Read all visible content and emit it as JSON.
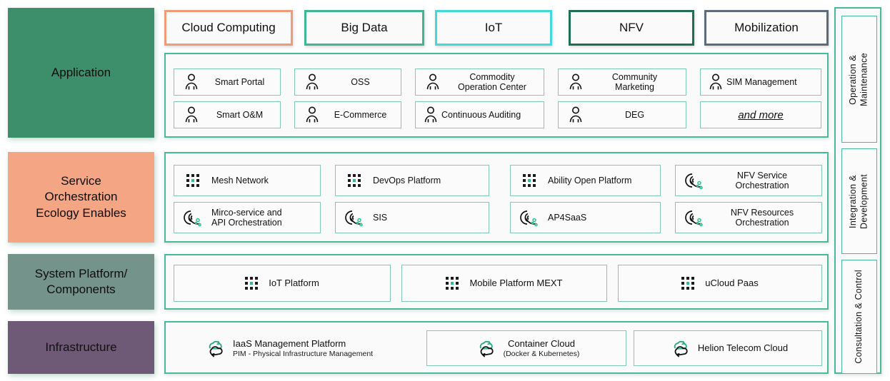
{
  "theme": {
    "teal_border": "#49b999",
    "item_border": "#7fc9b5",
    "panel_bg": "#fafafa",
    "accent_green_dot": "#2ec08c"
  },
  "layers": [
    {
      "id": "application",
      "label": "Application",
      "color": "#3d8e6b"
    },
    {
      "id": "service-orchestration",
      "label": "Service\nOrchestration\nEcology Enables",
      "line1": "Service",
      "line2": "Orchestration",
      "line3": "Ecology Enables",
      "color": "#f4a583"
    },
    {
      "id": "system-platform",
      "label": "System Platform/\nComponents",
      "line1": "System Platform/",
      "line2": "Components",
      "color": "#74938a"
    },
    {
      "id": "infrastructure",
      "label": "Infrastructure",
      "color": "#6e5a77"
    }
  ],
  "tabs": [
    {
      "label": "Cloud Computing",
      "border": "#ef9a78"
    },
    {
      "label": "Big Data",
      "border": "#3fb795"
    },
    {
      "label": "IoT",
      "border": "#44d8d8"
    },
    {
      "label": "NFV",
      "border": "#1f6e55"
    },
    {
      "label": "Mobilization",
      "border": "#5e6b78"
    }
  ],
  "application_items": [
    {
      "label": "Smart Portal",
      "icon": "person-icon"
    },
    {
      "label": "OSS",
      "icon": "person-icon"
    },
    {
      "label": "Commodity Operation Center",
      "line1": "Commodity",
      "line2": "Operation Center",
      "icon": "person-icon"
    },
    {
      "label": "Community Marketing",
      "line1": "Community",
      "line2": "Marketing",
      "icon": "person-icon"
    },
    {
      "label": "SIM Management",
      "icon": "person-icon"
    },
    {
      "label": "Smart O&M",
      "icon": "person-icon"
    },
    {
      "label": "E-Commerce",
      "icon": "person-icon"
    },
    {
      "label": "Continuous Auditing",
      "icon": "person-icon"
    },
    {
      "label": "DEG",
      "icon": "person-icon"
    },
    {
      "label": "and more",
      "icon": "none"
    }
  ],
  "service_items": [
    {
      "label": "Mesh Network",
      "icon": "grid-dots-icon"
    },
    {
      "label": "DevOps Platform",
      "icon": "grid-dots-icon"
    },
    {
      "label": "Ability Open Platform",
      "icon": "grid-dots-icon"
    },
    {
      "label": "NFV Service Orchestration",
      "line1": "NFV Service",
      "line2": "Orchestration",
      "icon": "orchestration-icon"
    },
    {
      "label": "Mirco-service and API Orchestration",
      "line1": "Mirco-service and",
      "line2": "API Orchestration",
      "icon": "orchestration-icon"
    },
    {
      "label": "SIS",
      "icon": "orchestration-icon"
    },
    {
      "label": "AP4SaaS",
      "icon": "orchestration-icon"
    },
    {
      "label": "NFV Resources Orchestration",
      "line1": "NFV Resources",
      "line2": "Orchestration",
      "icon": "orchestration-icon"
    }
  ],
  "system_items": [
    {
      "label": "IoT Platform",
      "icon": "grid-dots-icon"
    },
    {
      "label": "Mobile Platform MEXT",
      "icon": "grid-dots-icon"
    },
    {
      "label": "uCloud Paas",
      "icon": "grid-dots-icon"
    }
  ],
  "infrastructure_items": [
    {
      "title": "IaaS Management Platform",
      "subtitle": "PIM - Physical Infrastructure Management",
      "icon": "cloud-sync-icon",
      "boxed": false
    },
    {
      "title": "Container Cloud",
      "subtitle": "(Docker & Kubernetes)",
      "icon": "cloud-sync-icon",
      "boxed": true
    },
    {
      "title": "Helion Telecom Cloud",
      "subtitle": "",
      "icon": "cloud-sync-icon",
      "boxed": true
    }
  ],
  "right_rail": [
    {
      "label": "Operation & Maintenance",
      "line1": "Operation &",
      "line2": "Maintenance"
    },
    {
      "label": "Integration & Development",
      "line1": "Integration &",
      "line2": "Development"
    },
    {
      "label": "Consultation & Control",
      "line1": "Consultation & Control",
      "line2": ""
    }
  ]
}
